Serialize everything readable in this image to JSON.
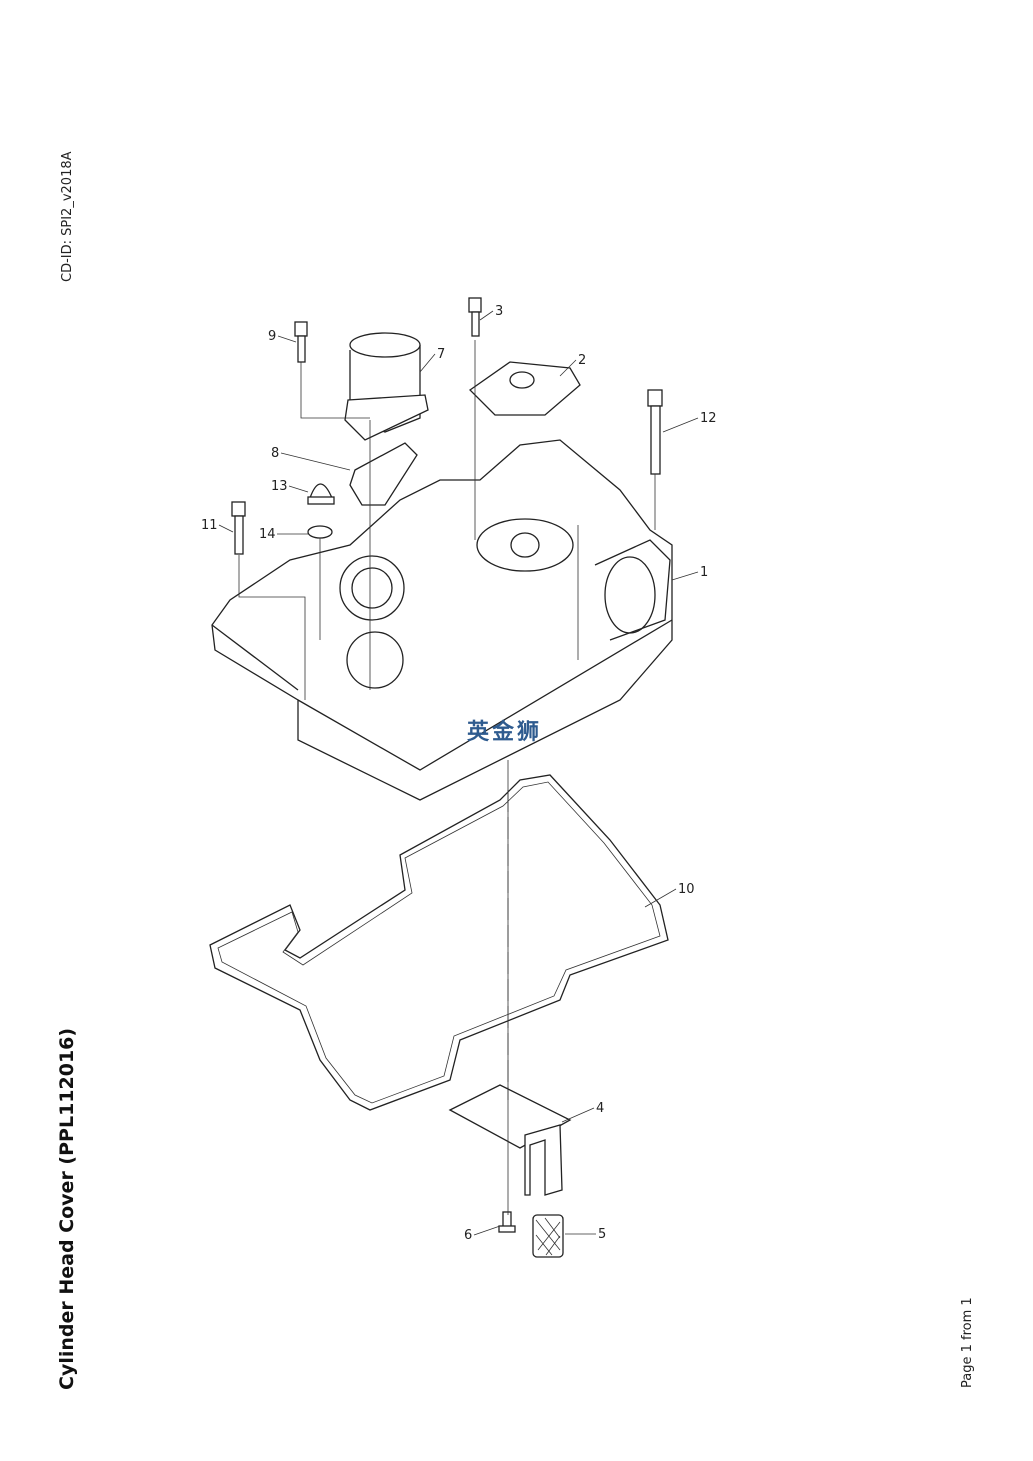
{
  "document": {
    "cd_id": "CD-ID: SPI2_v2018A",
    "title": "Cylinder Head Cover (PPL112016)",
    "page": "Page 1 from 1",
    "watermark": "英金狮"
  },
  "callouts": [
    "1",
    "2",
    "3",
    "4",
    "5",
    "6",
    "7",
    "8",
    "9",
    "10",
    "11",
    "12",
    "13",
    "14"
  ]
}
